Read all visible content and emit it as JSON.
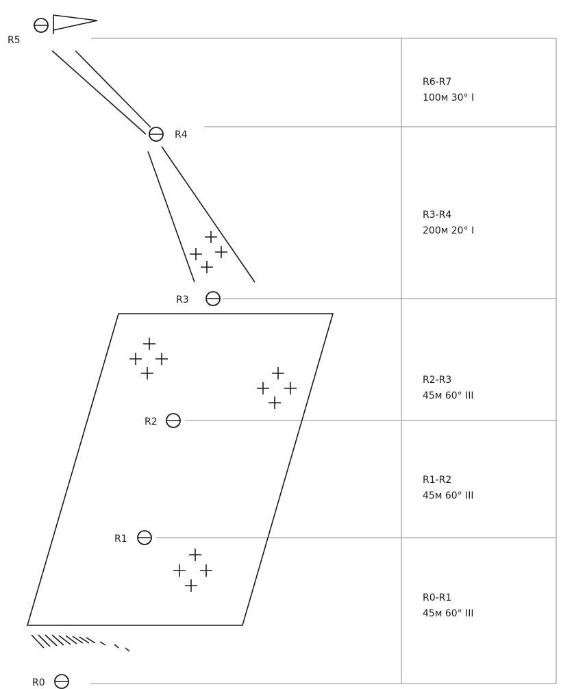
{
  "stations": [
    {
      "id": "r0",
      "label": "R0"
    },
    {
      "id": "r1",
      "label": "R1"
    },
    {
      "id": "r2",
      "label": "R2"
    },
    {
      "id": "r3",
      "label": "R3"
    },
    {
      "id": "r4",
      "label": "R4"
    },
    {
      "id": "r5",
      "label": "R5"
    }
  ],
  "sections": [
    {
      "id": "r6-r7",
      "title": "R6-R7",
      "details": "100м 30°  I"
    },
    {
      "id": "r3-r4",
      "title": "R3-R4",
      "details": "200м 20°  I"
    },
    {
      "id": "r2-r3",
      "title": "R2-R3",
      "details": "45м 60°  III"
    },
    {
      "id": "r1-r2",
      "title": "R1-R2",
      "details": "45м 60°  III"
    },
    {
      "id": "r0-r1",
      "title": "R0-R1",
      "details": "45м 60° III"
    }
  ]
}
